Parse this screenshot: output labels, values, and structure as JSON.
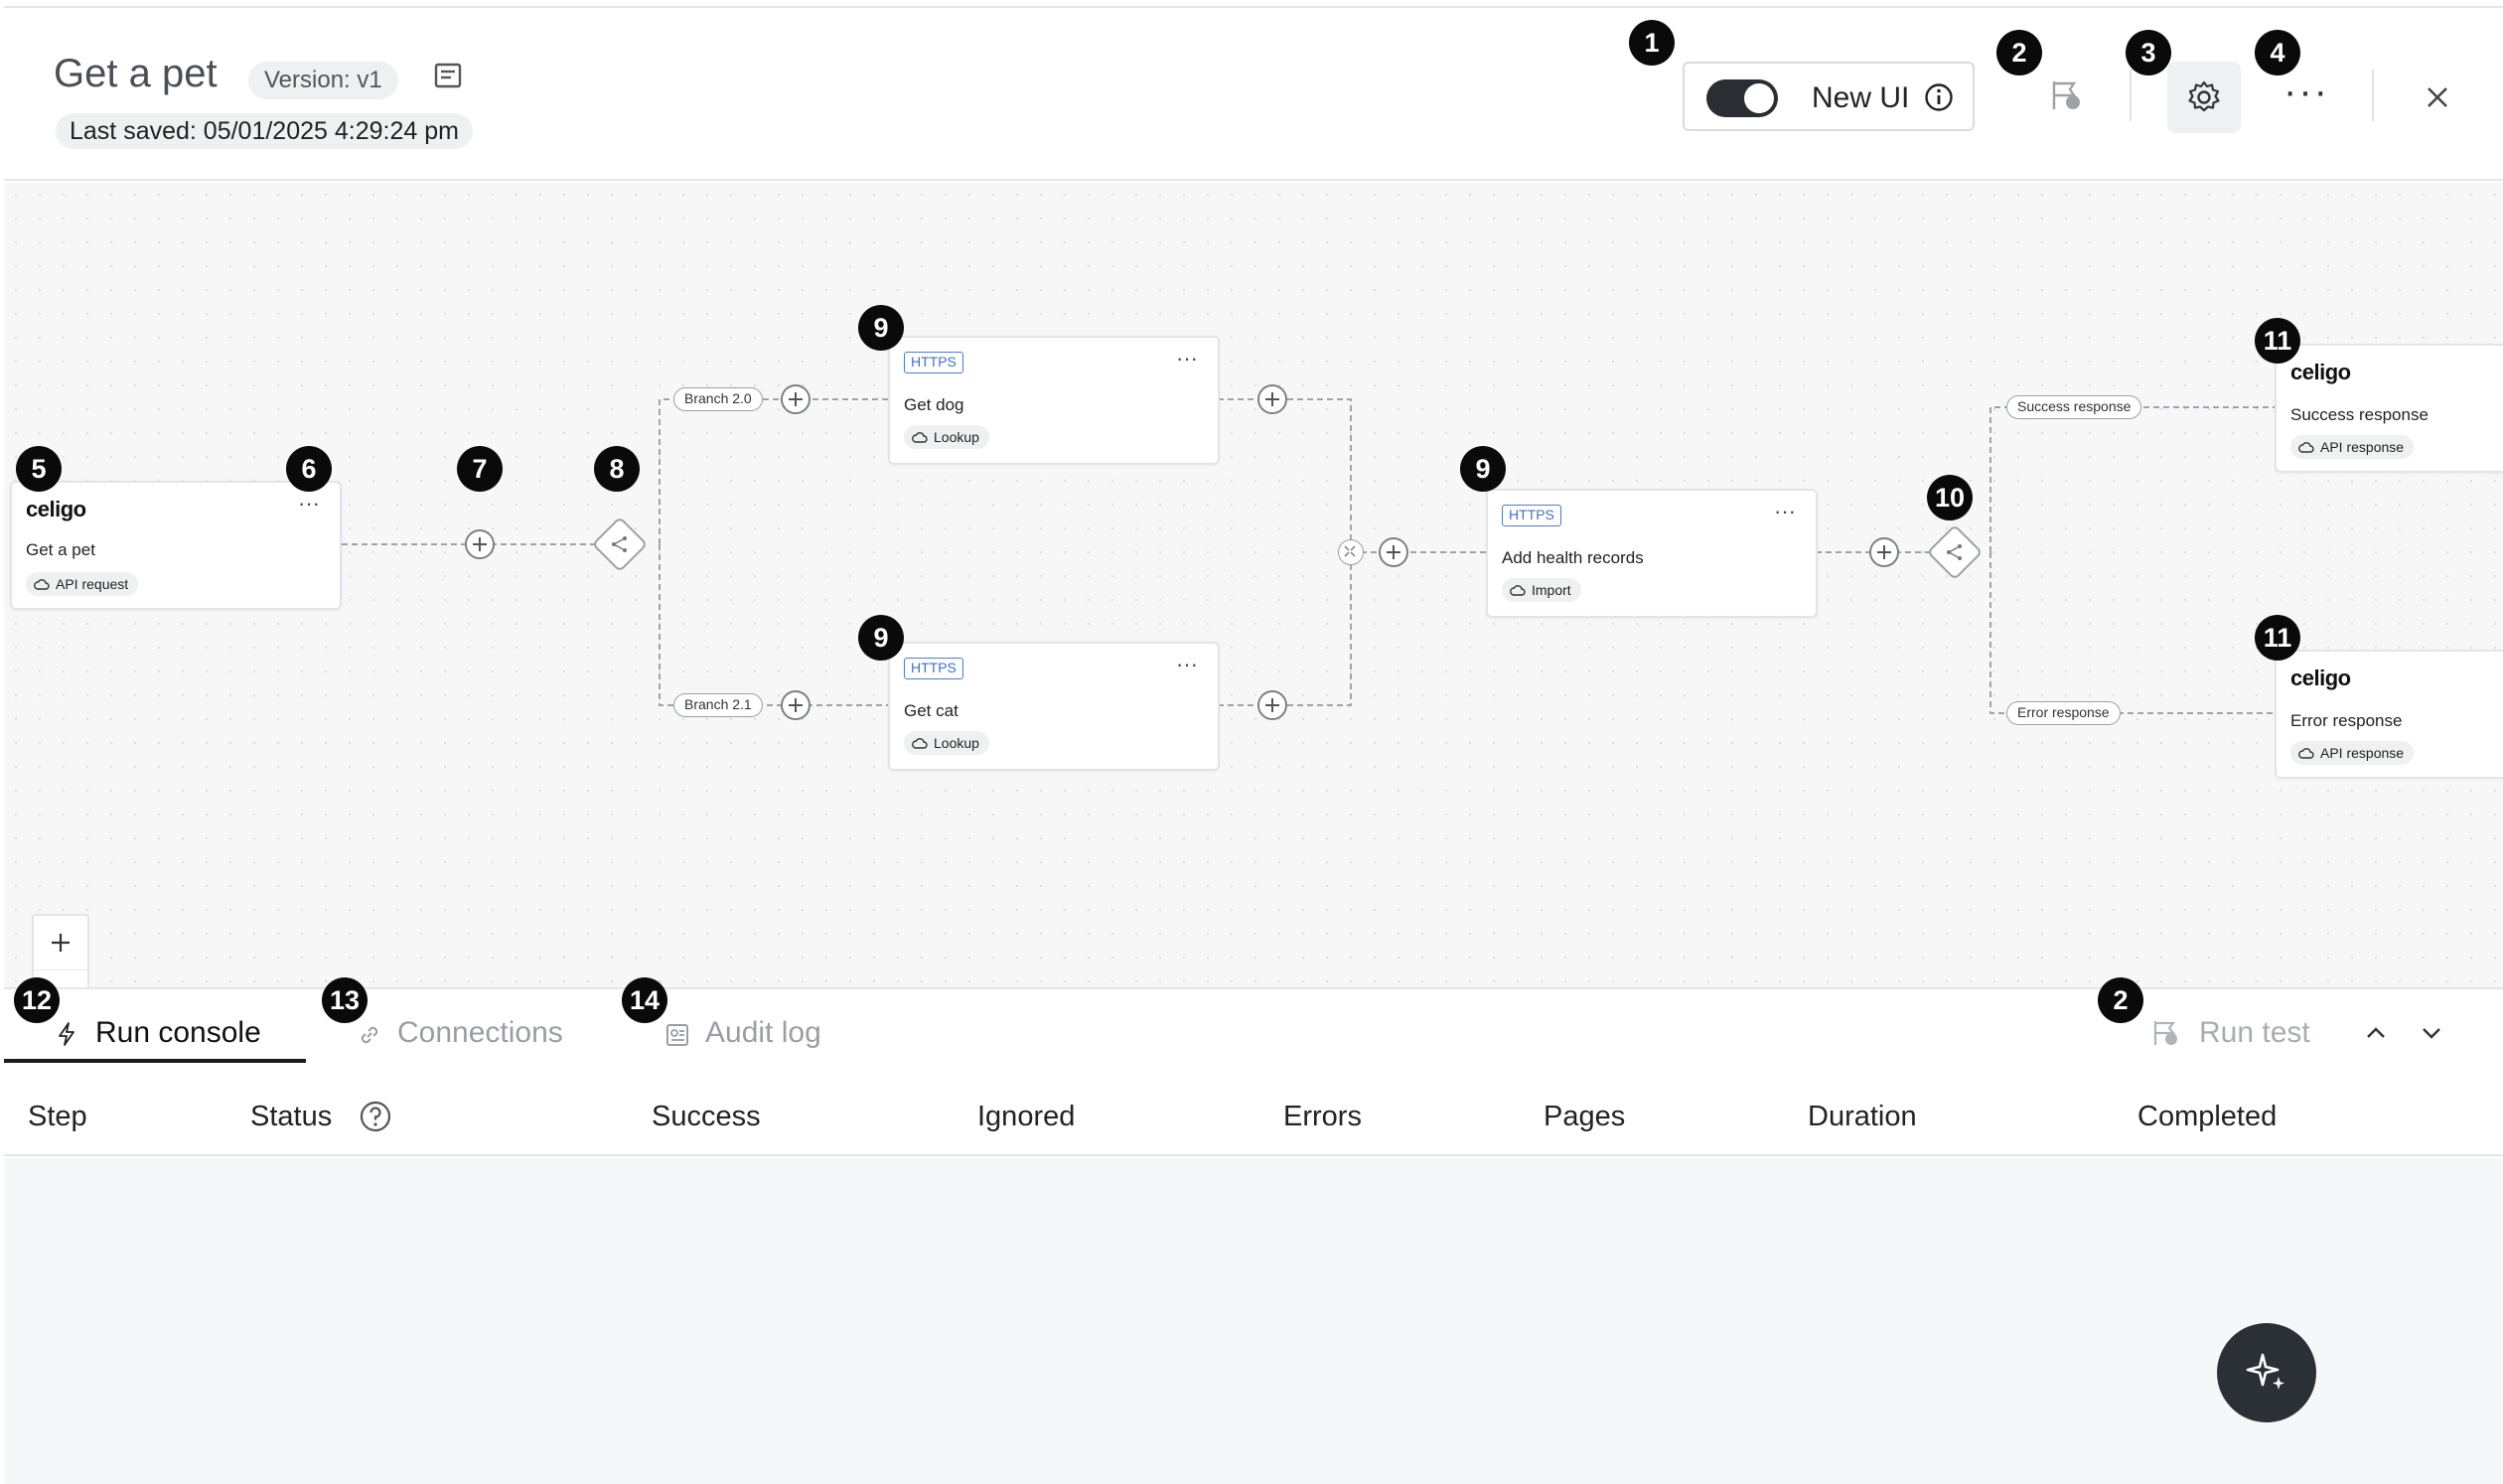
{
  "header": {
    "title": "Get a pet",
    "version": "Version: v1",
    "last_saved": "Last saved: 05/01/2025 4:29:24 pm",
    "new_ui_label": "New UI"
  },
  "flow": {
    "source": {
      "brand": "celigo",
      "name": "Get a pet",
      "tag": "API request"
    },
    "branches": [
      "Branch 2.0",
      "Branch 2.1"
    ],
    "steps": [
      {
        "type": "HTTPS",
        "name": "Get dog",
        "tag": "Lookup"
      },
      {
        "type": "HTTPS",
        "name": "Get cat",
        "tag": "Lookup"
      },
      {
        "type": "HTTPS",
        "name": "Add health records",
        "tag": "Import"
      }
    ],
    "response_branches": [
      "Success response",
      "Error response"
    ],
    "responses": [
      {
        "brand": "celigo",
        "name": "Success response",
        "tag": "API response"
      },
      {
        "brand": "celigo",
        "name": "Error response",
        "tag": "API response"
      }
    ]
  },
  "callouts": [
    "1",
    "2",
    "3",
    "4",
    "5",
    "6",
    "7",
    "8",
    "9",
    "9",
    "9",
    "10",
    "11",
    "11",
    "12",
    "13",
    "14",
    "2"
  ],
  "bottom": {
    "tabs": [
      "Run console",
      "Connections",
      "Audit log"
    ],
    "run_test": "Run test",
    "columns": [
      "Step",
      "Status",
      "Success",
      "Ignored",
      "Errors",
      "Pages",
      "Duration",
      "Completed"
    ]
  },
  "icons": [
    "notes-icon",
    "info-icon",
    "run-test-icon",
    "gear-icon",
    "more-icon",
    "close-icon",
    "cloud-icon",
    "router-icon",
    "merge-icon",
    "zoom-in-icon",
    "zoom-out-icon",
    "fit-view-icon",
    "map-icon",
    "bolt-icon",
    "link-icon",
    "audit-log-icon",
    "help-icon",
    "chevron-up-icon",
    "chevron-down-icon",
    "sparkle-icon"
  ],
  "colors": {
    "accent_dark": "#2b3036",
    "https_badge": "#3e6fce",
    "canvas_bg": "#f7f7f8"
  }
}
